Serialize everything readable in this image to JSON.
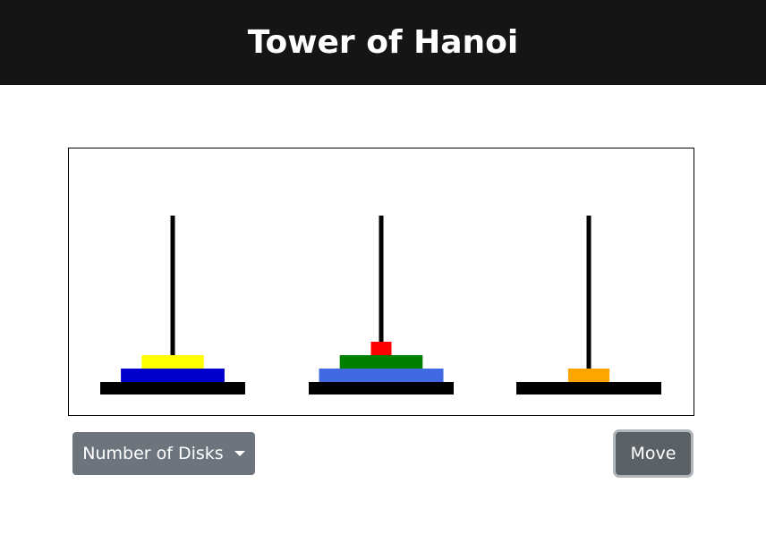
{
  "header": {
    "title": "Tower of Hanoi"
  },
  "controls": {
    "disks_dropdown_label": "Number of Disks",
    "move_button_label": "Move"
  },
  "game": {
    "pole_color": "#000000",
    "base_color": "#000000",
    "towers": [
      {
        "name": "tower-1",
        "disks": [
          {
            "size": 5,
            "color": "#0000cd"
          },
          {
            "size": 3,
            "color": "#ffff00"
          }
        ]
      },
      {
        "name": "tower-2",
        "disks": [
          {
            "size": 6,
            "color": "#4169e1"
          },
          {
            "size": 4,
            "color": "#008000"
          },
          {
            "size": 1,
            "color": "#ff0000"
          }
        ]
      },
      {
        "name": "tower-3",
        "disks": [
          {
            "size": 2,
            "color": "#ffa500"
          }
        ]
      }
    ]
  }
}
